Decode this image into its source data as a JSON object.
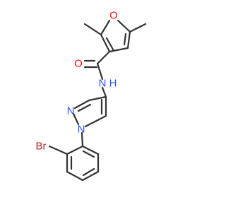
{
  "molecule": {
    "labels": {
      "o_ring": "O",
      "o_carbonyl": "O",
      "nh": "N",
      "h": "H",
      "n_pyrazole_2": "N",
      "n_pyrazole_1": "N",
      "br": "Br"
    },
    "colors": {
      "bond": "#333333",
      "oxygen": "#ff0d0d",
      "nitrogen": "#3050f8",
      "bromine": "#a62929",
      "background": "#ffffff"
    }
  }
}
